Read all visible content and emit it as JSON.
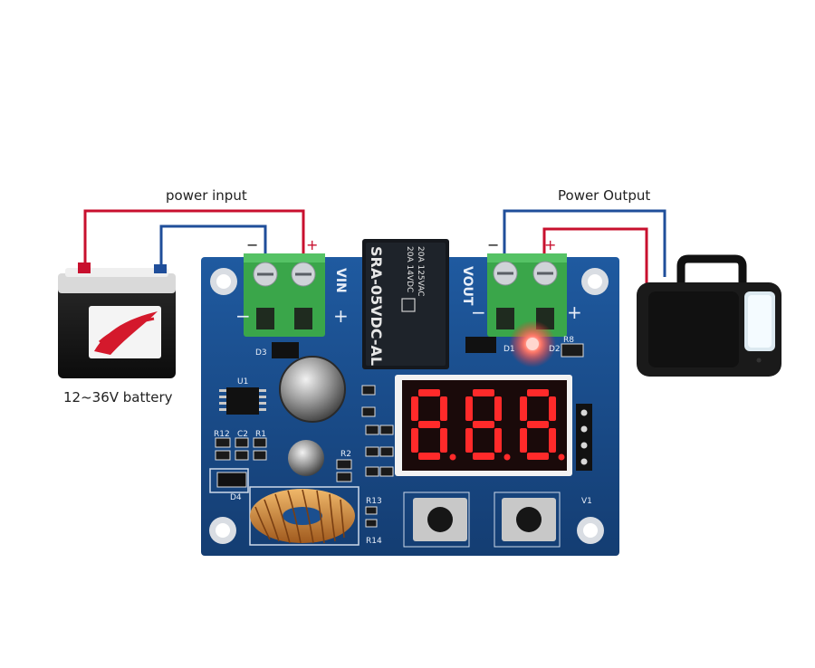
{
  "labels": {
    "power_input": "power input",
    "power_output": "Power Output",
    "battery": "12~36V battery"
  },
  "board": {
    "vin": "VIN",
    "vout": "VOUT",
    "relay_model": "SRA-05VDC-AL",
    "relay_rating_1": "20A 14VDC",
    "relay_rating_2": "20A 125VAC",
    "minus": "−",
    "plus": "+",
    "refs": {
      "d3": "D3",
      "u1": "U1",
      "r12": "R12",
      "c2": "C2",
      "r1": "R1",
      "r2": "R2",
      "d4": "D4",
      "r13": "R13",
      "r14": "R14",
      "d1": "D1",
      "d2": "D2",
      "r8": "R8",
      "v1": "V1"
    }
  },
  "display": {
    "digits": "888"
  },
  "colors": {
    "pcb": "#1b4f8f",
    "wire_positive": "#c8102e",
    "wire_negative": "#1f4e9a",
    "terminal": "#3aa64a",
    "led_digit": "#ff2a2a"
  }
}
